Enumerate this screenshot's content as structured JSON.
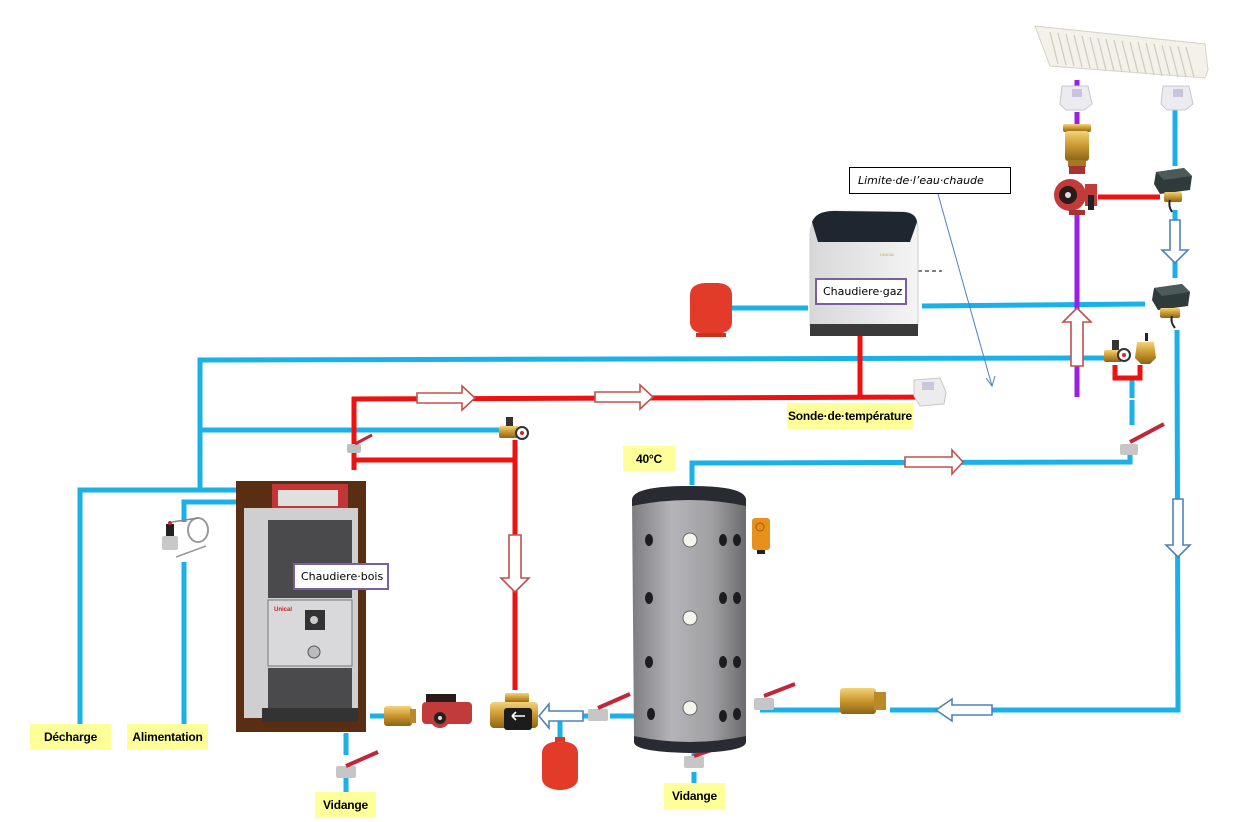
{
  "colors": {
    "cold_pipe": "#1ab0e8",
    "hot_pipe": "#ee1111",
    "mixed_pipe": "#9a1ee8",
    "arrow_hot_outline": "#c0504d",
    "arrow_cold_outline": "#4f81bd",
    "label_bg": "#ffff99",
    "box_border": "#7a5fa0"
  },
  "labels": {
    "decharge": "Décharge",
    "alimentation": "Alimentation",
    "vidange_boiler": "Vidange",
    "vidange_tank": "Vidange",
    "sonde": "Sonde·de·température",
    "temperature": "40°C",
    "chaudiere_bois": "Chaudiere·bois",
    "chaudiere_gaz": "Chaudiere·gaz",
    "limite": "Limite·de·l’eau·chaude"
  },
  "components": [
    {
      "id": "radiator",
      "name": "Radiateur"
    },
    {
      "id": "gas-boiler",
      "name": "Chaudiere gaz"
    },
    {
      "id": "wood-boiler",
      "name": "Chaudiere bois",
      "brand": "Unical"
    },
    {
      "id": "buffer-tank",
      "name": "Ballon tampon"
    },
    {
      "id": "circulator-pump-top",
      "name": "Circulateur"
    },
    {
      "id": "circulator-pump-bottom",
      "name": "Circulateur"
    },
    {
      "id": "three-way-valve",
      "name": "Vanne 3 voies"
    },
    {
      "id": "expansion-vessel-top",
      "name": "Vase d'expansion"
    },
    {
      "id": "expansion-vessel-bottom",
      "name": "Vase d'expansion"
    },
    {
      "id": "motorized-valve-1",
      "name": "Vanne motorisée"
    },
    {
      "id": "motorized-valve-2",
      "name": "Vanne motorisée"
    },
    {
      "id": "thermal-discharge-valve",
      "name": "Soupape thermique"
    },
    {
      "id": "temperature-sensor",
      "name": "Sonde de température"
    },
    {
      "id": "tank-thermostat",
      "name": "Thermostat"
    }
  ]
}
